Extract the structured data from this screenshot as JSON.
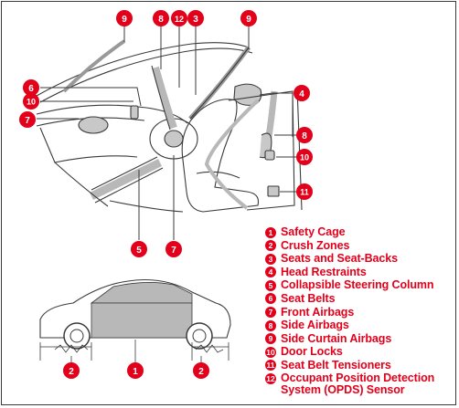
{
  "legend": [
    {
      "num": "1",
      "label": "Safety Cage"
    },
    {
      "num": "2",
      "label": "Crush Zones"
    },
    {
      "num": "3",
      "label": "Seats and Seat-Backs"
    },
    {
      "num": "4",
      "label": "Head Restraints"
    },
    {
      "num": "5",
      "label": "Collapsible Steering Column"
    },
    {
      "num": "6",
      "label": "Seat Belts"
    },
    {
      "num": "7",
      "label": "Front Airbags"
    },
    {
      "num": "8",
      "label": "Side Airbags"
    },
    {
      "num": "9",
      "label": "Side Curtain Airbags"
    },
    {
      "num": "10",
      "label": "Door Locks"
    },
    {
      "num": "11",
      "label": "Seat Belt Tensioners"
    },
    {
      "num": "12",
      "label": "Occupant Position Detection System (OPDS) Sensor"
    }
  ],
  "callouts": {
    "nine_a": "9",
    "eight": "8",
    "twelve": "12",
    "three": "3",
    "nine_b": "9",
    "six": "6",
    "ten_left": "10",
    "seven_left": "7",
    "four": "4",
    "eight_right": "8",
    "ten_right": "10",
    "eleven": "11",
    "five": "5",
    "seven_bottom": "7",
    "two_left": "2",
    "one": "1",
    "two_right": "2"
  },
  "colors": {
    "accent": "#e3001b",
    "line": "#3a3a3a",
    "shade": "#b8b8b8"
  }
}
